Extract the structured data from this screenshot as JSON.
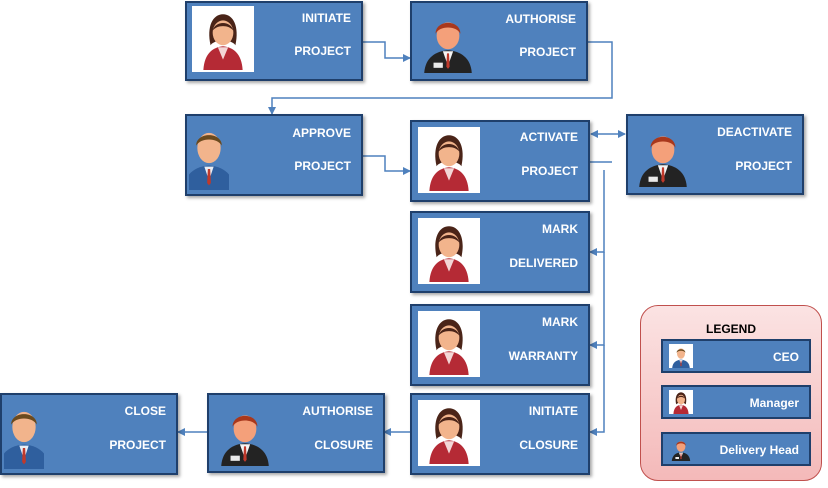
{
  "roles": {
    "ceo": "CEO",
    "manager": "Manager",
    "delivery_head": "Delivery Head"
  },
  "nodes": {
    "initiate_project": {
      "line1": "INITIATE",
      "line2": "PROJECT",
      "role": "manager"
    },
    "authorise_project": {
      "line1": "AUTHORISE",
      "line2": "PROJECT",
      "role": "delivery_head"
    },
    "approve_project": {
      "line1": "APPROVE",
      "line2": "PROJECT",
      "role": "ceo"
    },
    "activate_project": {
      "line1": "ACTIVATE",
      "line2": "PROJECT",
      "role": "manager"
    },
    "deactivate_project": {
      "line1": "DEACTIVATE",
      "line2": "PROJECT",
      "role": "delivery_head"
    },
    "mark_delivered": {
      "line1": "MARK",
      "line2": "DELIVERED",
      "role": "manager"
    },
    "mark_warranty": {
      "line1": "MARK",
      "line2": "WARRANTY",
      "role": "manager"
    },
    "initiate_closure": {
      "line1": "INITIATE",
      "line2": "CLOSURE",
      "role": "manager"
    },
    "authorise_closure": {
      "line1": "AUTHORISE",
      "line2": "CLOSURE",
      "role": "delivery_head"
    },
    "close_project": {
      "line1": "CLOSE",
      "line2": "PROJECT",
      "role": "ceo"
    }
  },
  "legend": {
    "title": "LEGEND",
    "items": [
      {
        "label": "CEO",
        "icon": "ceo-icon"
      },
      {
        "label": "Manager",
        "icon": "manager-icon"
      },
      {
        "label": "Delivery Head",
        "icon": "delivery-head-icon"
      }
    ]
  },
  "colors": {
    "box_fill": "#4f81bd",
    "box_border": "#1f3f6b",
    "connector": "#4f81bd",
    "legend_fill": "#f4b9b9",
    "legend_border": "#c0504d"
  }
}
